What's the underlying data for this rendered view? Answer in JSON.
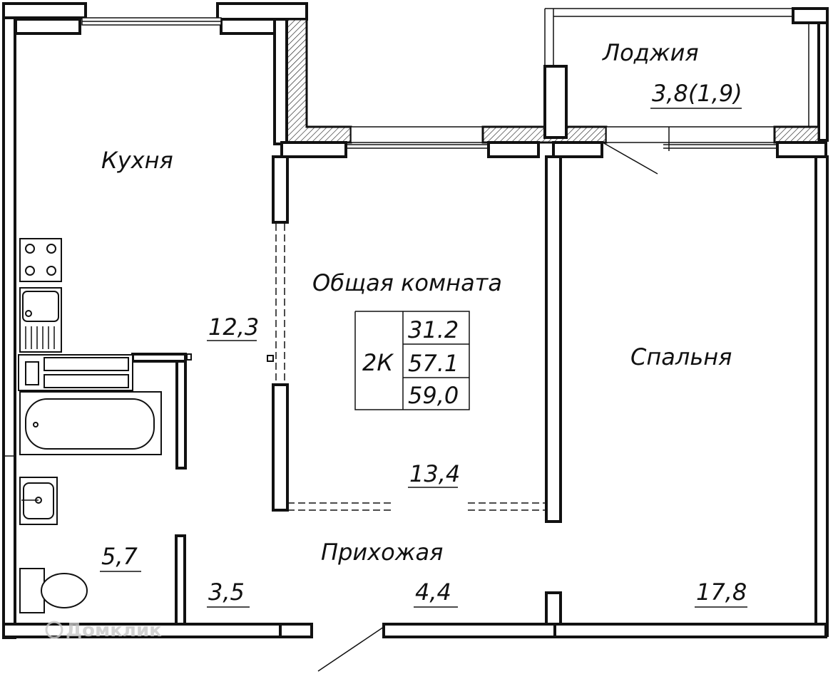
{
  "rooms": {
    "kitchen": {
      "name": "Кухня",
      "area": "12,3"
    },
    "living": {
      "name": "Общая комната",
      "area": "13,4"
    },
    "bedroom": {
      "name": "Спальня",
      "area": "17,8"
    },
    "loggia": {
      "name": "Лоджия",
      "area": "3,8(1,9)"
    },
    "hall": {
      "name": "Прихожая",
      "area": "4,4"
    },
    "bathroom": {
      "area": "5,7"
    },
    "closet": {
      "area": "3,5"
    }
  },
  "summary": {
    "type": "2К",
    "living_area": "31.2",
    "total_area": "57.1",
    "total_with_loggia": "59,0"
  },
  "watermark": "Домклик"
}
